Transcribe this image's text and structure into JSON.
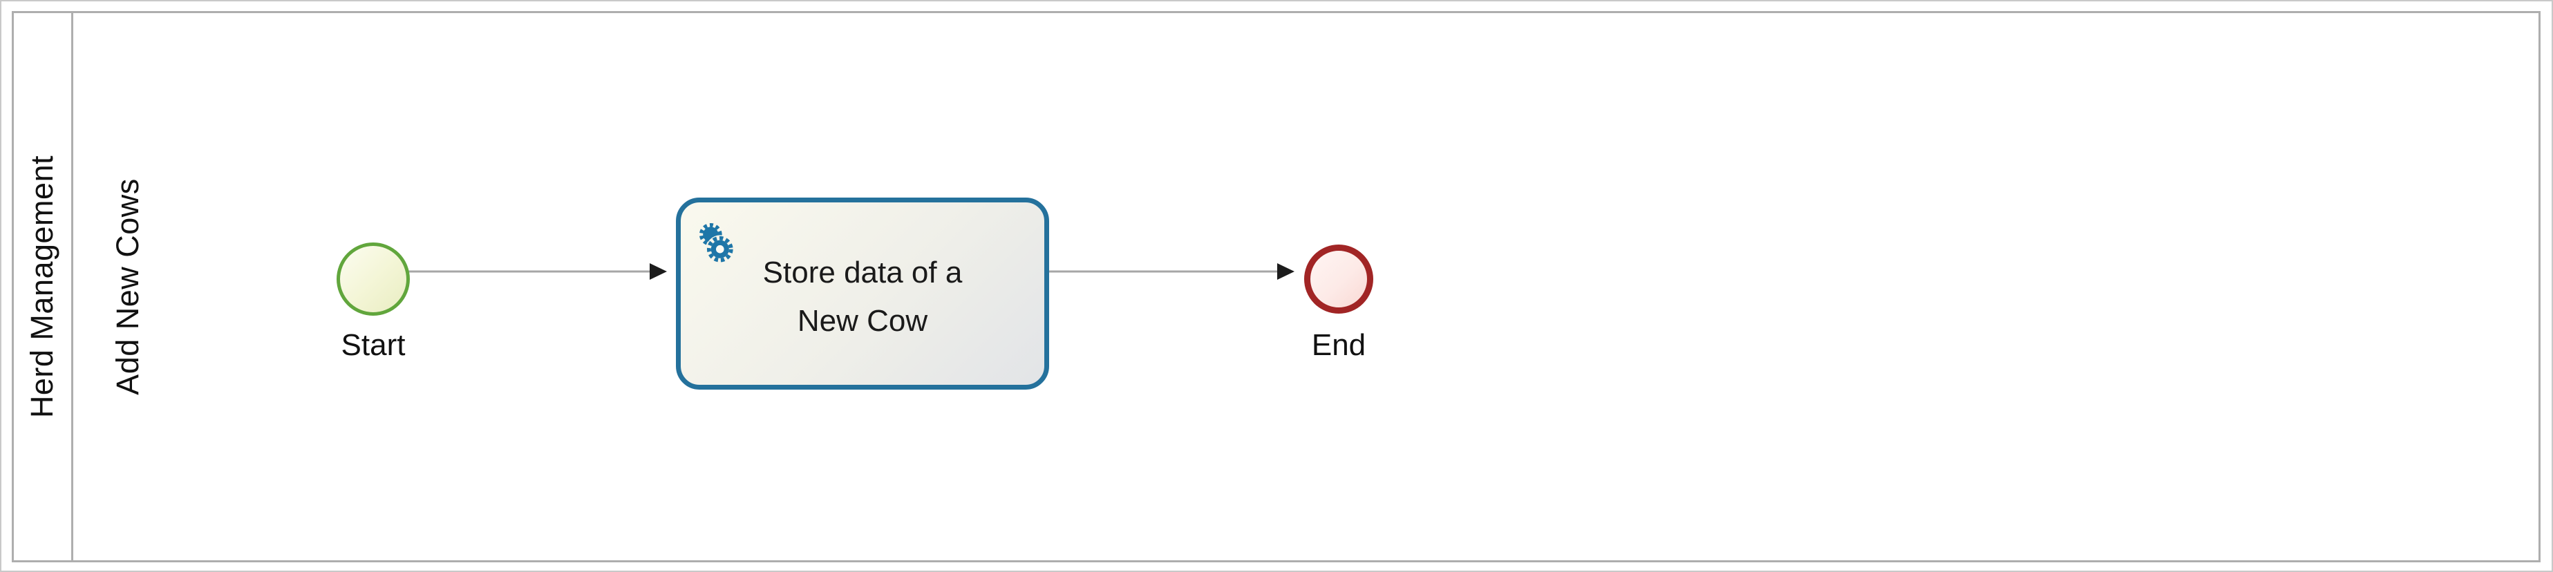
{
  "diagram": {
    "kind": "BPMN process diagram",
    "pool": {
      "label": "Herd Management"
    },
    "lanes": [
      {
        "label": "Add New Cows"
      }
    ],
    "elements": {
      "start_event": {
        "type": "start-event",
        "label": "Start"
      },
      "service_task": {
        "type": "service-task",
        "label": "Store data of a New Cow",
        "label_line1": "Store data of a",
        "label_line2": "New Cow",
        "icon": "gears-icon"
      },
      "end_event": {
        "type": "end-event",
        "label": "End"
      }
    },
    "flows": [
      {
        "from": "start_event",
        "to": "service_task"
      },
      {
        "from": "service_task",
        "to": "end_event"
      }
    ],
    "colors": {
      "pool_border": "#aeaeae",
      "canvas_border": "#c9c9c9",
      "start_border": "#61a63c",
      "start_fill": "#f3f5d5",
      "task_border": "#24719c",
      "task_fill_start": "#faf9ee",
      "task_fill_end": "#e2e4e7",
      "gear_icon": "#1e76a8",
      "end_border": "#a12525",
      "end_fill": "#fdeae7",
      "flow_line": "#a6a6a6",
      "arrowhead": "#1c1c1c",
      "label_text": "#111111"
    }
  }
}
